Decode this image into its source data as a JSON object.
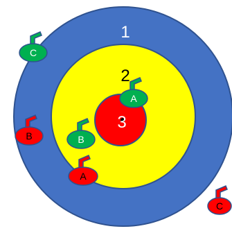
{
  "rings": [
    {
      "id": "outer",
      "label": "1",
      "color": "#4472C4",
      "label_color": "#ffffff"
    },
    {
      "id": "middle",
      "label": "2",
      "color": "#FFFF00",
      "label_color": "#000000"
    },
    {
      "id": "button",
      "label": "3",
      "color": "#FF0000",
      "label_color": "#ffffff"
    }
  ],
  "colors": {
    "ring_outline": "#2F528F",
    "center_dot": "#000000",
    "team_green": "#00B050",
    "team_red": "#FF0000",
    "stone_outline": "#2F528F"
  },
  "stones": [
    {
      "team": "green",
      "label": "C"
    },
    {
      "team": "green",
      "label": "A"
    },
    {
      "team": "green",
      "label": "B"
    },
    {
      "team": "red",
      "label": "B"
    },
    {
      "team": "red",
      "label": "A"
    },
    {
      "team": "red",
      "label": "C"
    }
  ]
}
